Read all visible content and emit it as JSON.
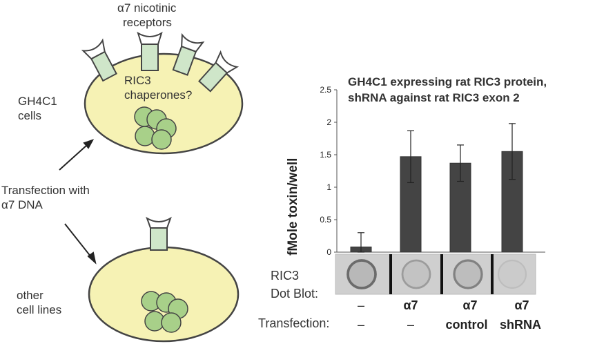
{
  "diagram": {
    "receptor_label_line1": "α7 nicotinic",
    "receptor_label_line2": "receptors",
    "chaperone_label_line1": "RIC3",
    "chaperone_label_line2": "chaperones?",
    "gh4c1_label_line1": "GH4C1",
    "gh4c1_label_line2": "cells",
    "transfection_label_line1": "Transfection with",
    "transfection_label_line2": "α7 DNA",
    "other_label_line1": "other",
    "other_label_line2": "cell lines",
    "colors": {
      "cell_fill": "#f6f2b4",
      "receptor_fill": "#cfe6c9",
      "er_fill": "#a8d089",
      "stroke": "#444444"
    }
  },
  "chart_data": {
    "type": "bar",
    "title_line1": "GH4C1 expressing rat RIC3 protein,",
    "title_line2": "shRNA against rat RIC3 exon 2",
    "ylabel": "fMole toxin/well",
    "ylim": [
      0,
      2.5
    ],
    "yticks": [
      "0",
      "0.5",
      "1",
      "1.5",
      "2",
      "2.5"
    ],
    "values": [
      0.08,
      1.47,
      1.37,
      1.55
    ],
    "errors": [
      0.22,
      0.4,
      0.28,
      0.43
    ],
    "bar_color": "#444444",
    "dot_blot": {
      "label_line1": "RIC3",
      "label_line2": "Dot Blot:",
      "intensity": [
        0.85,
        0.4,
        0.65,
        0.1
      ]
    },
    "rows": [
      {
        "label": "",
        "cells": [
          "–",
          "α7",
          "α7",
          "α7"
        ]
      },
      {
        "label": "Transfection:",
        "cells": [
          "–",
          "–",
          "control",
          "shRNA"
        ]
      }
    ]
  }
}
